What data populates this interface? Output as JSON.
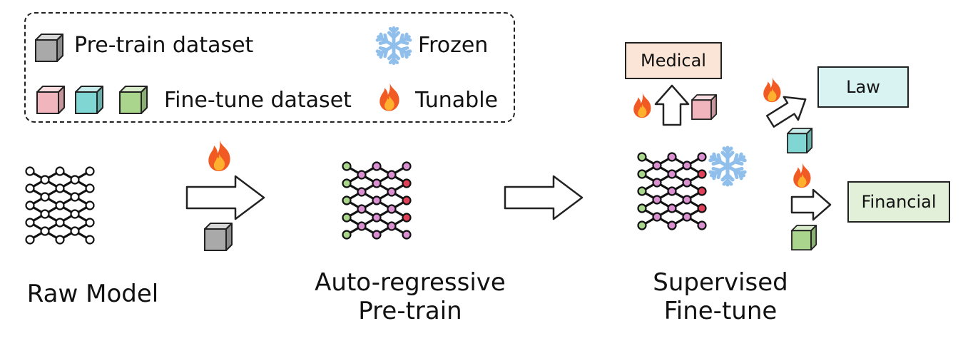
{
  "legend": {
    "pretrain_label": "Pre-train dataset",
    "finetune_label": "Fine-tune dataset",
    "frozen_label": "Frozen",
    "tunable_label": "Tunable"
  },
  "stages": {
    "raw_model": "Raw Model",
    "pretrain_line1": "Auto-regressive",
    "pretrain_line2": "Pre-train",
    "finetune_line1": "Supervised",
    "finetune_line2": "Fine-tune"
  },
  "domains": {
    "medical": "Medical",
    "law": "Law",
    "financial": "Financial"
  },
  "colors": {
    "gray_cube": "#a9a9a9",
    "pink_cube": "#f1b6bd",
    "cyan_cube": "#7fd6d2",
    "green_cube": "#a9d68c",
    "medical_bg": "#fbe5d6",
    "law_bg": "#d9f2f2",
    "financial_bg": "#e2f0d9",
    "node_green": "#a9d68c",
    "node_pink": "#d98fd0",
    "node_red": "#e0405a",
    "snow": "#8fbfea",
    "flame_outer": "#f25a24",
    "flame_inner": "#ffb02e"
  }
}
